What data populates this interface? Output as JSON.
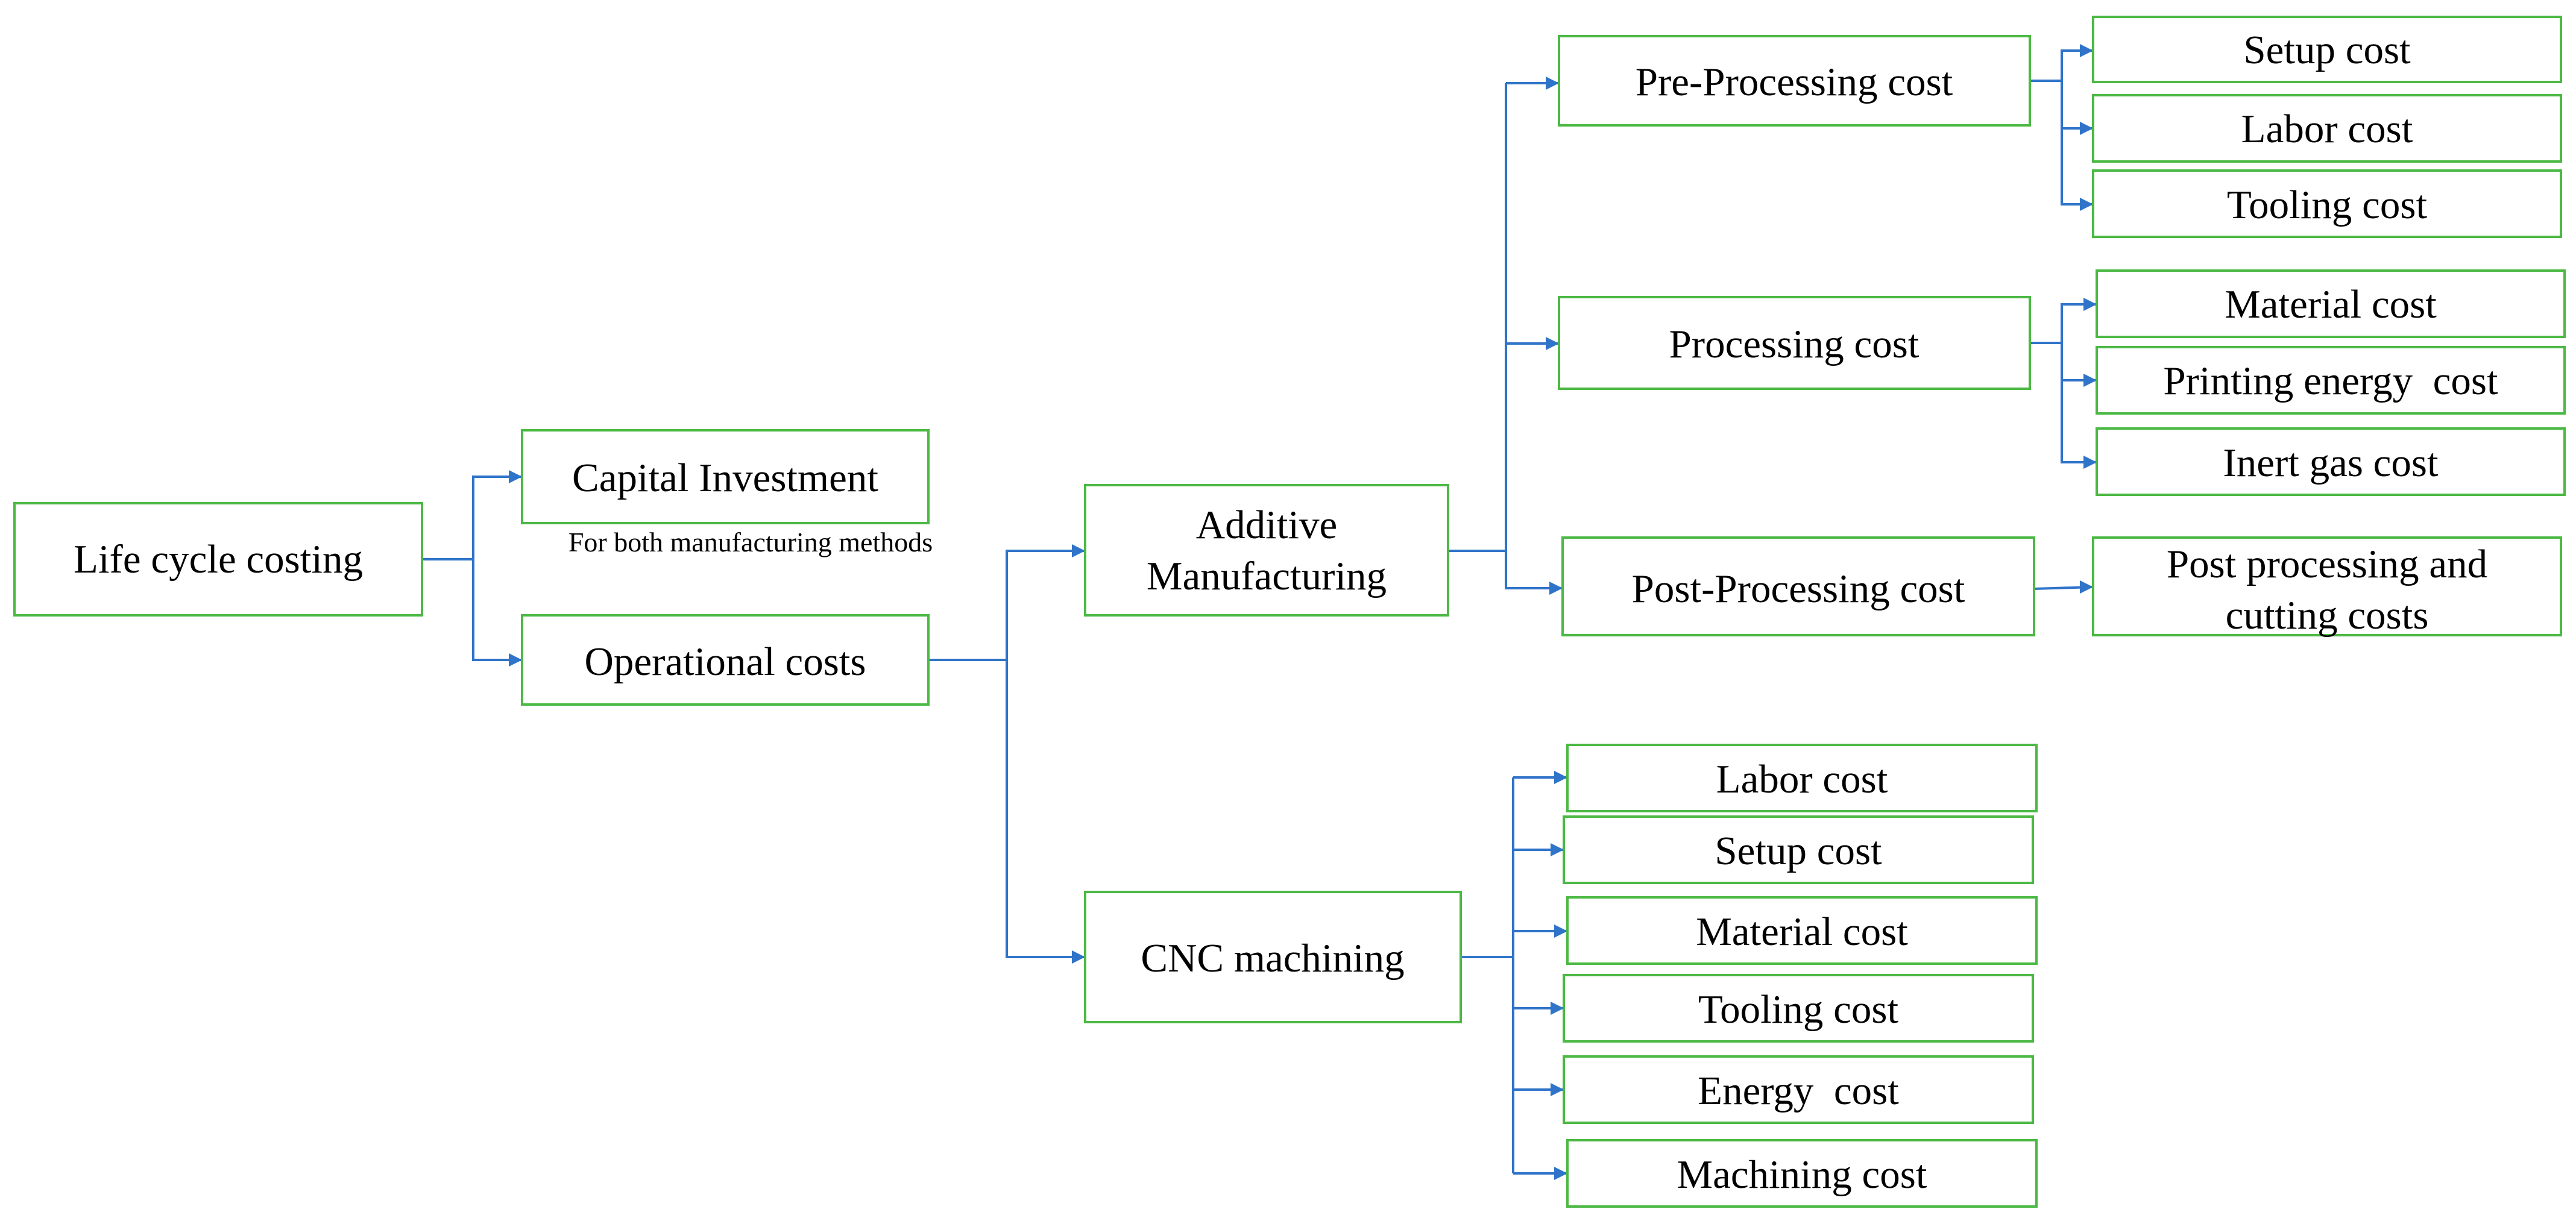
{
  "colors": {
    "box_border": "#4cb944",
    "connector": "#2f74c9",
    "text": "#000000",
    "background": "#ffffff"
  },
  "root": {
    "label": "Life cycle costing"
  },
  "level1": {
    "capital_investment": {
      "label": "Capital Investment",
      "note": "For both manufacturing methods"
    },
    "operational_costs": {
      "label": "Operational costs"
    }
  },
  "methods": {
    "additive_manufacturing": {
      "label_line1": "Additive",
      "label_line2": "Manufacturing",
      "stages": [
        {
          "label": "Pre-Processing cost",
          "items": [
            "Setup cost",
            "Labor cost",
            "Tooling cost"
          ]
        },
        {
          "label": "Processing cost",
          "items": [
            "Material cost",
            "Printing energy  cost",
            "Inert gas cost"
          ]
        },
        {
          "label": "Post-Processing cost",
          "items_multiline": [
            [
              "Post processing and",
              "cutting costs"
            ]
          ]
        }
      ]
    },
    "cnc_machining": {
      "label": "CNC machining",
      "items": [
        "Labor cost",
        "Setup cost",
        "Material cost",
        "Tooling cost",
        "Energy  cost",
        "Machining cost"
      ]
    }
  }
}
